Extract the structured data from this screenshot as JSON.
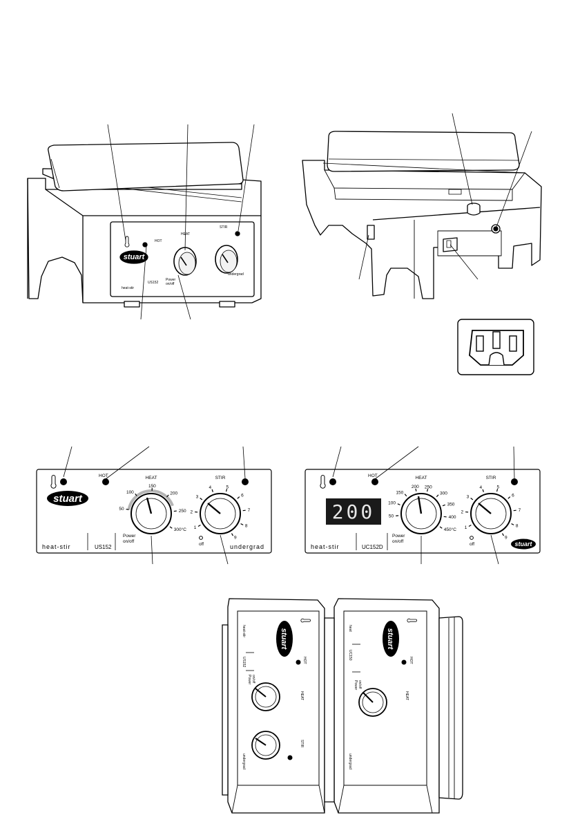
{
  "brand": "stuart",
  "colors": {
    "line": "#000000",
    "shade": "#f2f2f2",
    "panel": "#ffffff",
    "display": "#1a1a1a",
    "arc": "#b5b5b5"
  },
  "panel_us152": {
    "hot": "HOT",
    "heat": "HEAT",
    "stir": "STIR",
    "heat_scale": [
      "50",
      "100",
      "150",
      "200",
      "250",
      "300°C"
    ],
    "stir_scale": [
      "1",
      "2",
      "3",
      "4",
      "5",
      "6",
      "7",
      "8",
      "9"
    ],
    "power": "Power",
    "on_off": "on/off",
    "off": "off",
    "series": "heat-stir",
    "model": "US152",
    "category": "undergrad"
  },
  "panel_uc152d": {
    "hot": "HOT",
    "heat": "HEAT",
    "stir": "STIR",
    "display": "200",
    "heat_scale": [
      "50",
      "100",
      "150",
      "200",
      "250",
      "300",
      "350",
      "400",
      "450°C"
    ],
    "stir_scale": [
      "1",
      "2",
      "3",
      "4",
      "5",
      "6",
      "7",
      "8",
      "9"
    ],
    "power": "Power",
    "on_off": "on/off",
    "off": "off",
    "series": "heat-stir",
    "model": "UC152D"
  },
  "side_views": {
    "left": {
      "series": "heat-stir",
      "model": "US152",
      "category": "undergrad",
      "heat": "HEAT",
      "stir": "STIR",
      "hot": "HOT",
      "power": "Power",
      "on_off": "on/off"
    },
    "right": {
      "series": "heat",
      "model": "UC150",
      "category": "undergrad",
      "heat": "HEAT",
      "hot": "HOT",
      "power": "Power",
      "on_off": "on/off"
    }
  },
  "front_view": {
    "hot": "HOT",
    "heat": "HEAT",
    "stir": "STIR",
    "series": "heat-stir",
    "model": "US152",
    "category": "undergrad",
    "power": "Power",
    "on_off": "on/off"
  },
  "icons": [
    "thermometer-icon",
    "power-socket-icon"
  ]
}
